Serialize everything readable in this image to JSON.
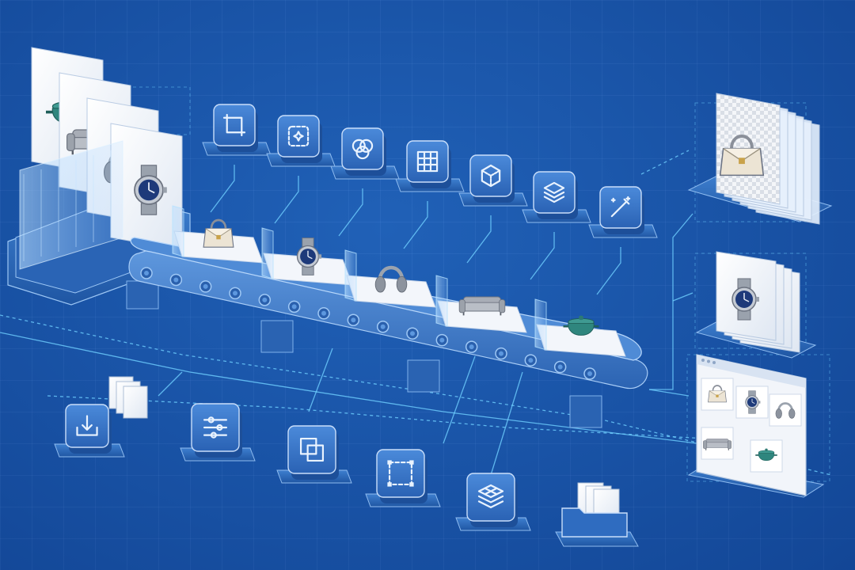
{
  "colors": {
    "background": "#1756ab",
    "tile_face": "#2f6cc0",
    "tile_edge": "#c9defa",
    "connector": "#6fd0ff",
    "belt": "#3a77c9",
    "card": "#f3f6fb"
  },
  "top_tools": [
    {
      "icon": "crop-icon"
    },
    {
      "icon": "magic-select-icon"
    },
    {
      "icon": "color-circles-icon"
    },
    {
      "icon": "grid-icon"
    },
    {
      "icon": "cube-icon"
    },
    {
      "icon": "layers-icon"
    },
    {
      "icon": "magic-wand-icon"
    }
  ],
  "bottom_tools": [
    {
      "icon": "download-icon"
    },
    {
      "icon": "sliders-icon"
    },
    {
      "icon": "overlap-squares-icon"
    },
    {
      "icon": "dashed-crop-icon"
    },
    {
      "icon": "layer-grid-icon"
    },
    {
      "icon": "folder-icon"
    }
  ],
  "belt_products": [
    {
      "icon": "handbag-icon"
    },
    {
      "icon": "watch-icon"
    },
    {
      "icon": "headphones-icon"
    },
    {
      "icon": "sofa-icon"
    },
    {
      "icon": "pot-icon"
    }
  ],
  "input_stack": [
    {
      "icon": "pot-icon"
    },
    {
      "icon": "sofa-icon"
    },
    {
      "icon": "headphones-icon"
    },
    {
      "icon": "watch-icon"
    }
  ],
  "outputs": [
    {
      "icon": "handbag-icon",
      "kind": "transparent-stack"
    },
    {
      "icon": "watch-icon",
      "kind": "stack"
    },
    {
      "icon": "catalog-grid-icon",
      "kind": "catalog"
    }
  ]
}
